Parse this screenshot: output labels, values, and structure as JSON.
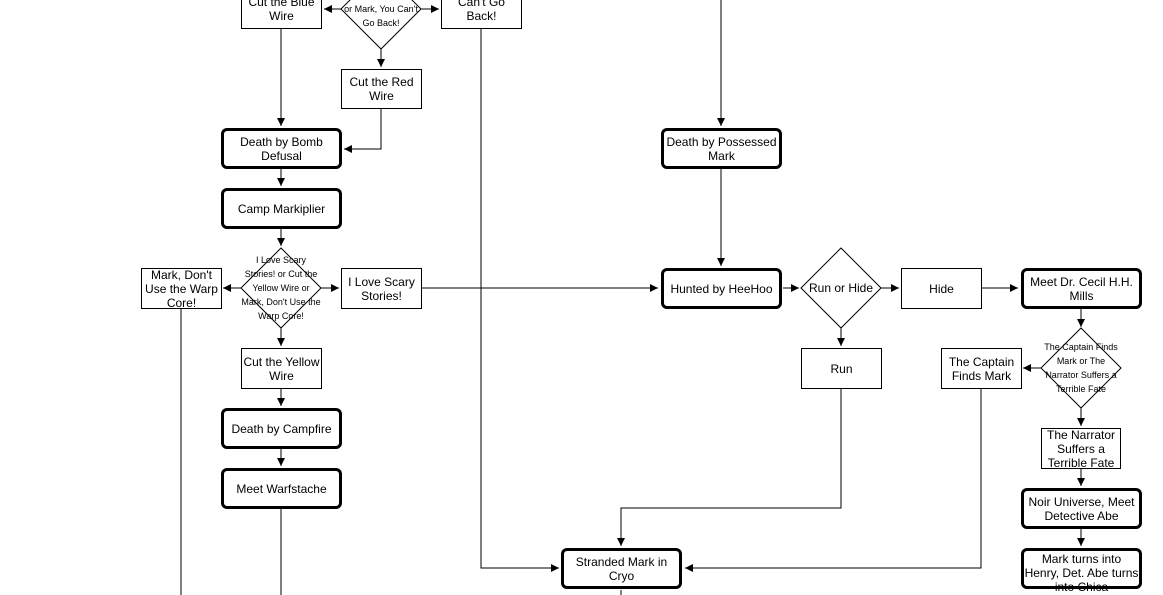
{
  "nodes": {
    "cut_blue": "Cut the Blue Wire",
    "cant_go_back_decision": "or Cut the Red Wire or Mark, You Can't Go Back!",
    "cant_go_back": "Can't Go Back!",
    "cut_red": "Cut the Red Wire",
    "death_bomb": "Death by Bomb Defusal",
    "camp_markiplier": "Camp Markiplier",
    "scary_decision": "I Love Scary Stories! or Cut the Yellow Wire or Mark, Don't Use the Warp Core!",
    "mark_warp": "Mark, Don't Use the Warp Core!",
    "love_scary": "I Love Scary Stories!",
    "cut_yellow": "Cut the Yellow Wire",
    "death_campfire": "Death by Campfire",
    "meet_warfstache": "Meet Warfstache",
    "death_possessed": "Death by Possessed Mark",
    "hunted_heehoo": "Hunted by HeeHoo",
    "run_or_hide": "Run or Hide",
    "hide": "Hide",
    "run": "Run",
    "meet_cecil": "Meet Dr. Cecil H.H. Mills",
    "captain_decision": "The Captain Finds Mark or The Narrator Suffers a Terrible Fate",
    "captain_finds": "The Captain Finds Mark",
    "narrator_fate": "The Narrator Suffers a Terrible Fate",
    "noir_universe": "Noir Universe, Meet Detective Abe",
    "mark_henry": "Mark turns into Henry, Det. Abe turns into Chica",
    "stranded_cryo": "Stranded Mark in Cryo"
  }
}
